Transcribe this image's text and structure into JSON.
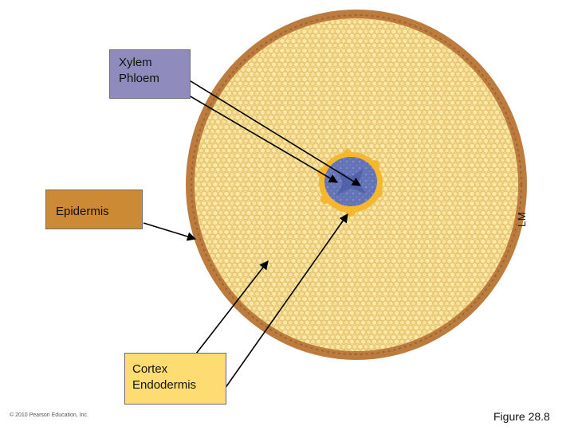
{
  "labels": {
    "xylem": "Xylem",
    "phloem": "Phloem",
    "epidermis": "Epidermis",
    "cortex": "Cortex",
    "endodermis": "Endodermis"
  },
  "micrograph_type": "LM",
  "copyright": "© 2010 Pearson Education, Inc.",
  "figure_number": "Figure 28.8",
  "colors": {
    "xylem_phloem_box": "#8f8cbd",
    "epidermis_box": "#cc8a34",
    "cortex_endodermis_box": "#fddc72",
    "cortex_cells": "#f7dc8c",
    "epidermis_ring": "#bb7c3e",
    "endodermis_ring": "#f6b730",
    "vascular_core": "#5e6fb3"
  }
}
